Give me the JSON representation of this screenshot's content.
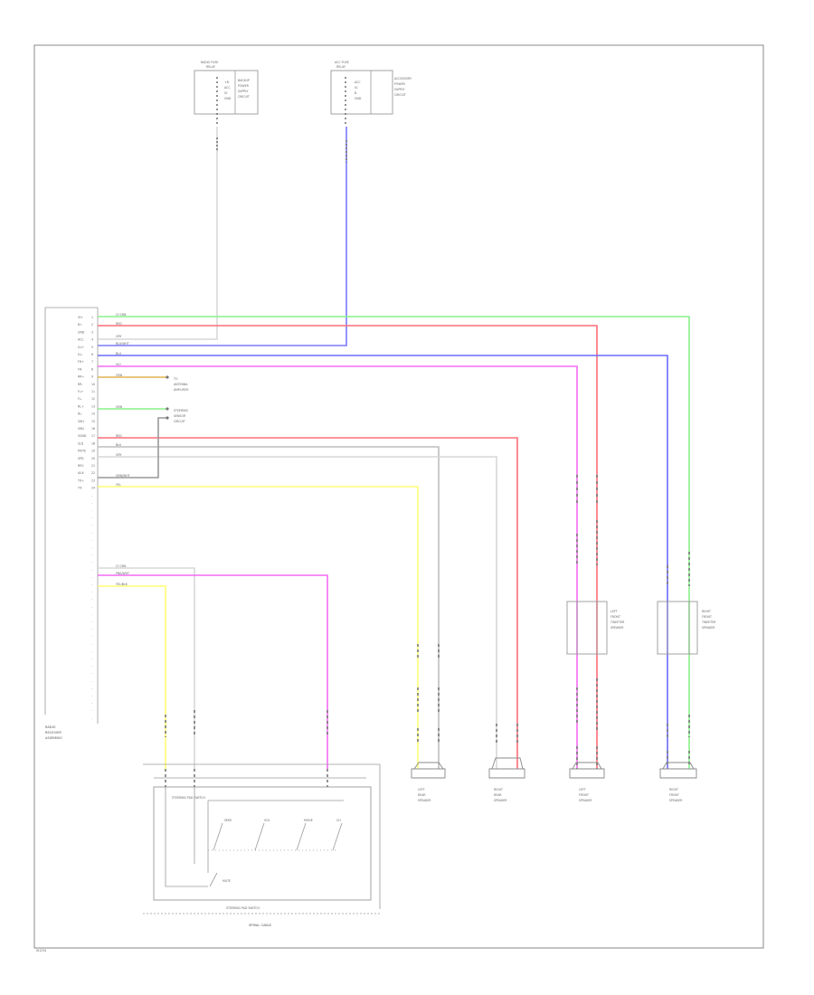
{
  "radio": {
    "label_lines": [
      "RADIO",
      "RECEIVER",
      "ASSEMBLY"
    ],
    "pins": [
      "IG+",
      "B+",
      "GND",
      "ACC",
      "ILL+",
      "ILL-",
      "FR+",
      "FR-",
      "RR+",
      "RR-",
      "FL+",
      "FL-",
      "RL+",
      "RL-",
      "SW1",
      "SW2",
      "SGND",
      "SLD",
      "MUTE",
      "SPD",
      "REV",
      "AUX",
      "TX+",
      "TX-"
    ]
  },
  "connectors": {
    "top_left": {
      "title": "RADIO FUSE",
      "sub": "RELAY",
      "desc": [
        "BACKUP",
        "POWER",
        "SUPPLY",
        "CIRCUIT"
      ],
      "pins": [
        "+B",
        "ACC",
        "IG",
        "GND"
      ]
    },
    "top_right": {
      "title": "ACC FUSE",
      "sub": "RELAY",
      "desc": [
        "ACCESSORY",
        "POWER",
        "SUPPLY",
        "CIRCUIT"
      ],
      "pins": [
        "ACC",
        "IG",
        "B",
        "GND"
      ]
    }
  },
  "wire_colors": [
    "LT GRN",
    "RED",
    "GRY",
    "BLU/WHT",
    "BLU",
    "VIO",
    "ORN",
    "GRN",
    "RED",
    "BLK",
    "GRY",
    "GRN/WHT",
    "YEL",
    "LT GRN",
    "PNK/WHT",
    "YEL/BLK"
  ],
  "side_labels": {
    "mid1": [
      "TO",
      "ANTENNA",
      "AMPLIFIER"
    ],
    "mid2": [
      "STEERING",
      "SENSOR",
      "CIRCUIT"
    ]
  },
  "amp_modules": [
    {
      "lines": [
        "LEFT",
        "FRONT",
        "TWEETER",
        "SPEAKER"
      ]
    },
    {
      "lines": [
        "RIGHT",
        "FRONT",
        "TWEETER",
        "SPEAKER"
      ]
    }
  ],
  "speakers": [
    {
      "lines": [
        "LEFT",
        "REAR",
        "SPEAKER"
      ]
    },
    {
      "lines": [
        "RIGHT",
        "REAR",
        "SPEAKER"
      ]
    },
    {
      "lines": [
        "LEFT",
        "FRONT",
        "SPEAKER"
      ]
    },
    {
      "lines": [
        "RIGHT",
        "FRONT",
        "SPEAKER"
      ]
    }
  ],
  "steering": {
    "top_text": "STEERING PAD SWITCH",
    "switch_labels": [
      "SEEK",
      "VOL",
      "MODE",
      "CH"
    ],
    "bottom_switch": "MUTE",
    "bottom_label": "STEERING PAD SWITCH",
    "caption": "SPIRAL CABLE"
  },
  "footer_id": "W1234"
}
